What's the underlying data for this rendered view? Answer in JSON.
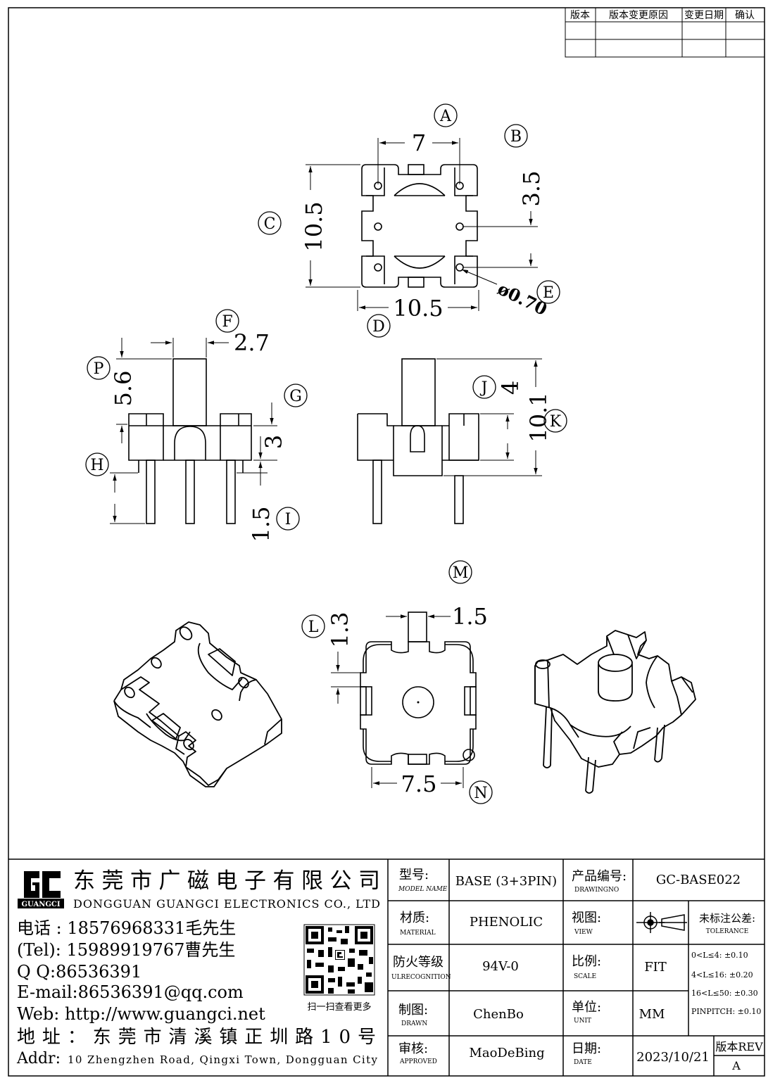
{
  "revision_table": {
    "headers": [
      "版本",
      "版本变更原因",
      "变更日期",
      "确认"
    ]
  },
  "callouts": [
    "A",
    "B",
    "C",
    "D",
    "E",
    "F",
    "G",
    "H",
    "I",
    "J",
    "K",
    "L",
    "M",
    "N",
    "P"
  ],
  "dimensions": {
    "top_width": "7",
    "top_height": "10.5",
    "top_bottom_width": "10.5",
    "pin_pitch_side": "3.5",
    "pin_dia": "ø0.70",
    "post_width": "2.7",
    "post_height": "5.6",
    "step_g": "3",
    "pin_len": "1.5",
    "right_j": "4",
    "total_height": "10.1",
    "bottom_slot": "1.3",
    "bottom_key": "1.5",
    "bottom_width": "7.5"
  },
  "company": {
    "name_cn": "东莞市广磁电子有限公司",
    "name_en": "DONGGUAN GUANGCI ELECTRONICS CO., LTD",
    "logo_text": "GUANGCI",
    "phone_line1": "电话 : 18576968331毛先生",
    "phone_line2": "(Tel): 15989919767曹先生",
    "qq": "Q Q:86536391",
    "email": "E-mail:86536391@qq.com",
    "web": "Web: http://www.guangci.net",
    "addr_cn": "地址：东莞市清溪镇正圳路10号",
    "addr_en_label": "Addr:",
    "addr_en": "10 Zhengzhen Road, Qingxi Town, Dongguan City",
    "qr_caption": "扫一扫查看更多"
  },
  "title_block": {
    "model_label_cn": "型号:",
    "model_label_en": "MODEL NAME",
    "model_value": "BASE (3+3PIN)",
    "product_no_label_cn": "产品编号:",
    "product_no_label_en": "DRAWINGNO",
    "product_no_value": "GC-BASE022",
    "material_label_cn": "材质:",
    "material_label_en": "MATERIAL",
    "material_value": "PHENOLIC",
    "view_label_cn": "视图:",
    "view_label_en": "VIEW",
    "fire_label_cn": "防火等级",
    "fire_label_en": "ULRECOGNITION",
    "fire_value": "94V-0",
    "scale_label_cn": "比例:",
    "scale_label_en": "SCALE",
    "scale_value": "FIT",
    "drawn_label_cn": "制图:",
    "drawn_label_en": "DRAWN",
    "drawn_value": "ChenBo",
    "unit_label_cn": "单位:",
    "unit_label_en": "UNIT",
    "unit_value": "MM",
    "approved_label_cn": "审核:",
    "approved_label_en": "APPROVED",
    "approved_value": "MaoDeBing",
    "date_label_cn": "日期:",
    "date_label_en": "DATE",
    "date_value": "2023/10/21",
    "rev_label": "版本REV",
    "rev_value": "A",
    "tol_title_cn": "未标注公差:",
    "tol_title_en": "TOLERANCE",
    "tol_rows": [
      "0<L≤4: ±0.10",
      "4<L≤16: ±0.20",
      "16<L≤50: ±0.30",
      "PINPITCH: ±0.10"
    ]
  }
}
